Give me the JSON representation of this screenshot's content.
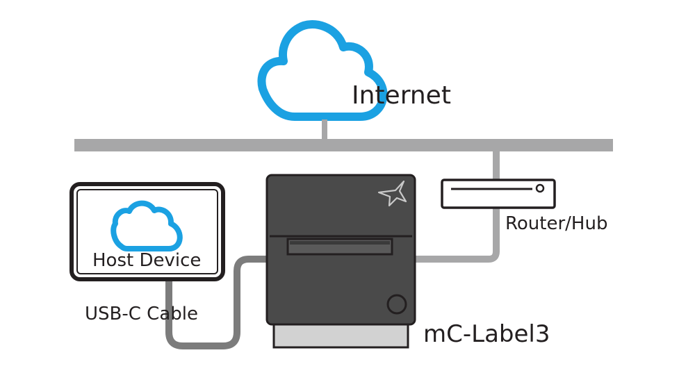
{
  "labels": {
    "internet": "Internet",
    "router": "Router/Hub",
    "host": "Host Device",
    "cable": "USB-C Cable",
    "printer": "mC-Label3"
  },
  "colors": {
    "cloud": "#1ba1e2",
    "line": "#a7a7a8",
    "cable": "#7c7c7c",
    "printer_body": "#4a4a4a",
    "paper": "#d2d2d2",
    "outline": "#231f20"
  }
}
